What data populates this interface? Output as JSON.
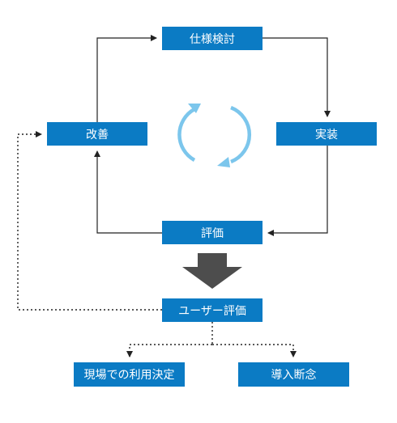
{
  "diagram": {
    "nodes": {
      "spec_review": "仕様検討",
      "implementation": "実装",
      "improvement": "改善",
      "evaluation": "評価",
      "user_evaluation": "ユーザー評価",
      "field_decision": "現場での利用決定",
      "abandon": "導入断念"
    },
    "edges": [
      {
        "from": "spec_review",
        "to": "implementation",
        "style": "solid"
      },
      {
        "from": "implementation",
        "to": "evaluation",
        "style": "solid"
      },
      {
        "from": "evaluation",
        "to": "improvement",
        "style": "solid"
      },
      {
        "from": "improvement",
        "to": "spec_review",
        "style": "solid"
      },
      {
        "from": "evaluation",
        "to": "user_evaluation",
        "style": "block-arrow"
      },
      {
        "from": "user_evaluation",
        "to": "improvement",
        "style": "dotted"
      },
      {
        "from": "user_evaluation",
        "to": "field_decision",
        "style": "dotted"
      },
      {
        "from": "user_evaluation",
        "to": "abandon",
        "style": "dotted"
      }
    ],
    "colors": {
      "node_fill": "#0b7bc4",
      "node_text": "#ffffff",
      "cycle_icon": "#7cc6ec",
      "block_arrow": "#4d4d4d",
      "line": "#222222"
    },
    "icons": {
      "cycle": "cycle-arrows-icon",
      "down": "down-block-arrow-icon"
    }
  }
}
